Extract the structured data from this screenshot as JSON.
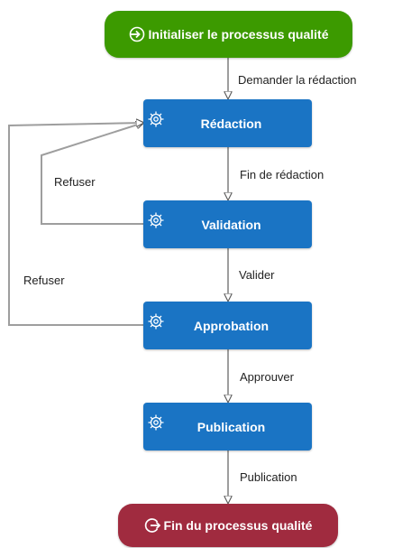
{
  "colors": {
    "start": "#3c9a00",
    "end": "#a02b3f",
    "task": "#1a74c4",
    "edge": "#9e9e9e",
    "arrow": "#555555"
  },
  "start_node": {
    "label": "Initialiser le processus qualité",
    "icon": "enter-icon"
  },
  "end_node": {
    "label": "Fin du processus qualité",
    "icon": "exit-icon"
  },
  "tasks": [
    {
      "label": "Rédaction",
      "icon": "gear-icon"
    },
    {
      "label": "Validation",
      "icon": "gear-icon"
    },
    {
      "label": "Approbation",
      "icon": "gear-icon"
    },
    {
      "label": "Publication",
      "icon": "gear-icon"
    }
  ],
  "transitions": [
    {
      "label": "Demander la rédaction"
    },
    {
      "label": "Fin de rédaction"
    },
    {
      "label": "Valider"
    },
    {
      "label": "Approuver"
    },
    {
      "label": "Publication"
    }
  ],
  "loops": [
    {
      "label": "Refuser"
    },
    {
      "label": "Refuser"
    }
  ]
}
